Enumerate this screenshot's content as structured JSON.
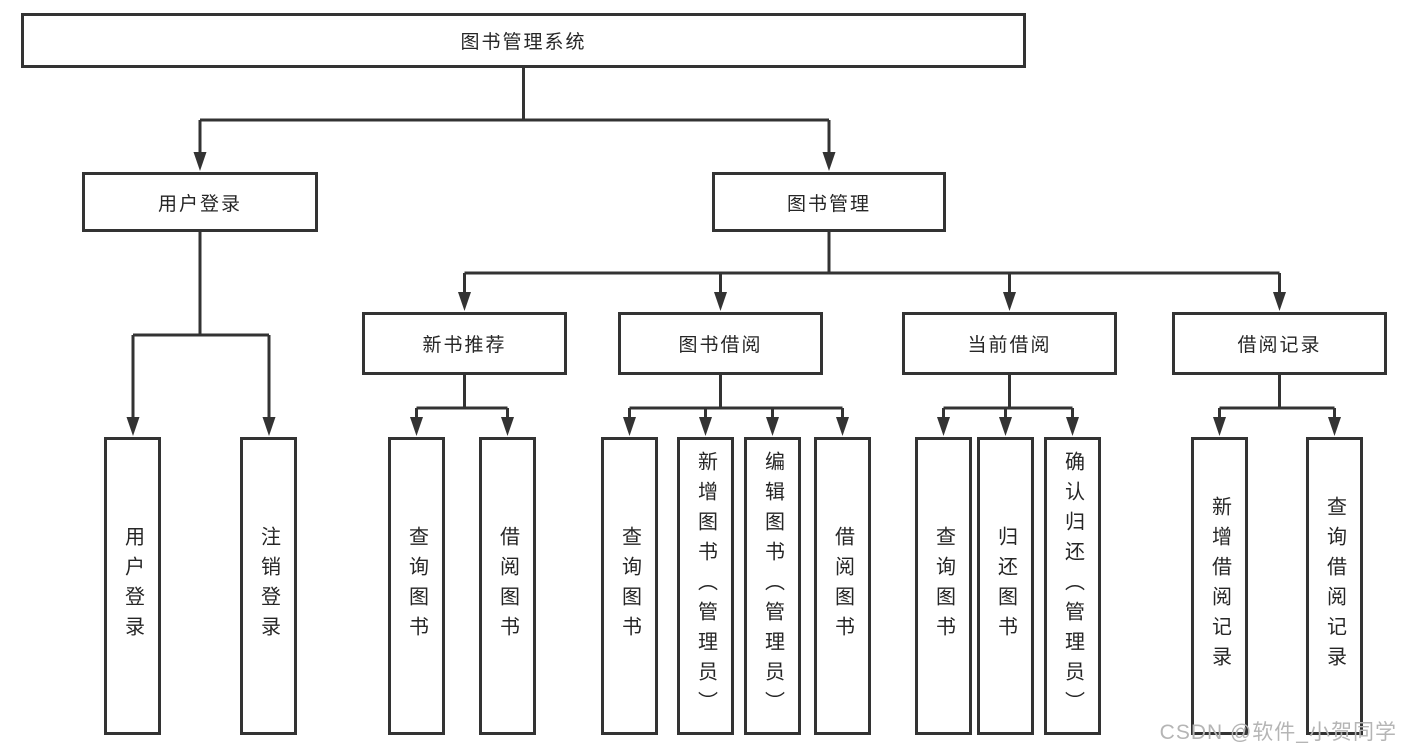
{
  "tree": {
    "label": "图书管理系统",
    "children": [
      {
        "label": "用户登录",
        "children": [
          {
            "label": "用户登录"
          },
          {
            "label": "注销登录"
          }
        ]
      },
      {
        "label": "图书管理",
        "children": [
          {
            "label": "新书推荐",
            "children": [
              {
                "label": "查询图书"
              },
              {
                "label": "借阅图书"
              }
            ]
          },
          {
            "label": "图书借阅",
            "children": [
              {
                "label": "查询图书"
              },
              {
                "label": "新增图书（管理员）"
              },
              {
                "label": "编辑图书（管理员）"
              },
              {
                "label": "借阅图书"
              }
            ]
          },
          {
            "label": "当前借阅",
            "children": [
              {
                "label": "查询图书"
              },
              {
                "label": "归还图书"
              },
              {
                "label": "确认归还（管理员）"
              }
            ]
          },
          {
            "label": "借阅记录",
            "children": [
              {
                "label": "新增借阅记录"
              },
              {
                "label": "查询借阅记录"
              }
            ]
          }
        ]
      }
    ]
  },
  "watermark": {
    "text": "CSDN @软件_小贺同学"
  },
  "colors": {
    "line": "#333333",
    "box_border": "#333333",
    "box_fill": "#ffffff",
    "text": "#262626",
    "watermark": "#b5b5b5"
  }
}
